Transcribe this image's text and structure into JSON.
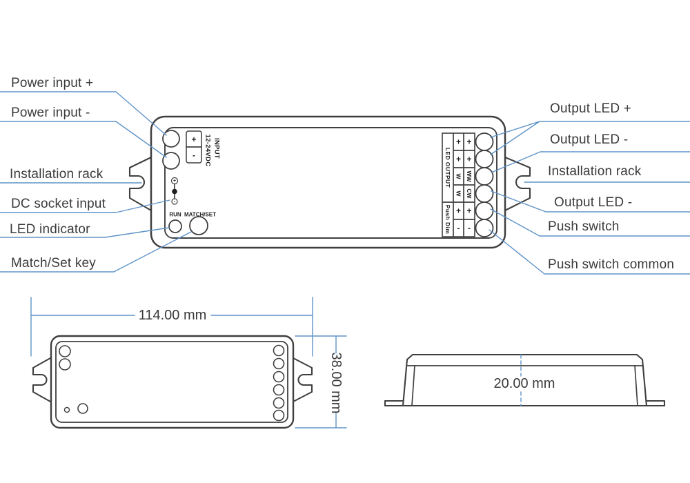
{
  "colors": {
    "drawing_line": "#3f3f3f",
    "leader_line": "#5e93c8",
    "label_text": "#3a3a3a"
  },
  "top_view": {
    "left_callouts": [
      "Power input +",
      "Power input -",
      "Installation rack",
      "DC socket input",
      "LED indicator",
      "Match/Set key"
    ],
    "right_callouts": [
      "Output LED +",
      "Output LED -",
      "Installation rack",
      "Output LED -",
      "Push switch",
      "Push switch common"
    ],
    "input_terminal": {
      "line1": "INPUT",
      "line2": "12-24VDC",
      "plus": "+",
      "minus": "-"
    },
    "dc_polarity": {
      "plus": "+",
      "minus": "-"
    },
    "status": {
      "run": "RUN",
      "match_set": "MATCH/SET"
    },
    "output_table": {
      "group_top": "LED OUTPUT",
      "group_bottom": "Push Dim",
      "inner_col": [
        "+",
        "+",
        "W",
        "W",
        "+",
        "-"
      ],
      "outer_col": [
        "+",
        "+",
        "WW",
        "CW",
        "+",
        "-"
      ]
    }
  },
  "front_view": {
    "width_dim": "114.00 mm",
    "height_dim": "38.00 mm"
  },
  "side_view": {
    "depth_dim": "20.00 mm"
  }
}
